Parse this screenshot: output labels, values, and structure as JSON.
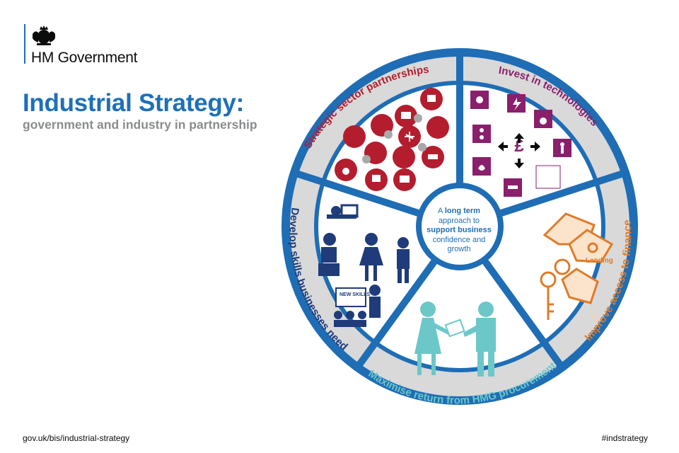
{
  "header": {
    "brand": "HM Government",
    "title": "Industrial Strategy:",
    "subtitle": "government and industry in partnership"
  },
  "wheel": {
    "center": {
      "line1": "A",
      "emph1": "long term",
      "line2": "approach to",
      "emph2": "support business",
      "line3": "confidence and",
      "line4": "growth"
    },
    "segments": [
      {
        "label": "Strategic sector partnerships",
        "color": "#b41d2e"
      },
      {
        "label": "Invest in technologies",
        "color": "#8a1f6b"
      },
      {
        "label": "Improve access to finance",
        "color": "#e07b28"
      },
      {
        "label": "Maximise return from HMG procurement",
        "color": "#6cc7c8"
      },
      {
        "label": "Develop skills businesses need",
        "color": "#1f3b7a"
      }
    ],
    "icon_text": {
      "new_skills": "NEW SKILLS",
      "lending": "Lending",
      "pound": "£"
    }
  },
  "footer": {
    "url": "gov.uk/bis/industrial-strategy",
    "hashtag": "#indstrategy"
  },
  "colors": {
    "brand_blue": "#1d70b8",
    "ring_blue": "#1e6db5",
    "ring_grey": "#d9d9d9",
    "subtitle_grey": "#8a8c8e"
  }
}
